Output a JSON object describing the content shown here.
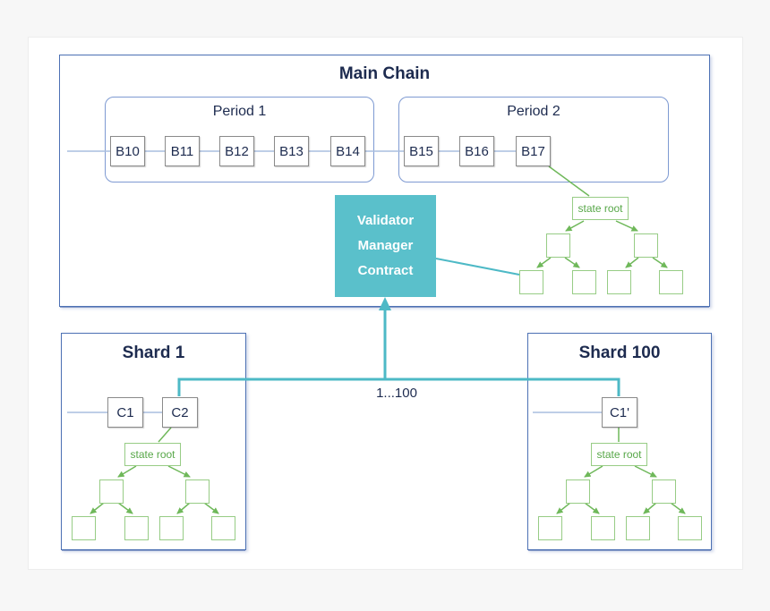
{
  "colors": {
    "accent_teal": "#5ac0cb",
    "teal_line": "#4db9c6",
    "green_line": "#6fb85a",
    "green_border": "#97cc85",
    "green_text": "#57a748",
    "blue_border": "#4d71b4",
    "navy_text": "#1d2b4f"
  },
  "main_chain": {
    "title": "Main Chain",
    "periods": [
      {
        "label": "Period 1",
        "blocks": [
          "B10",
          "B11",
          "B12",
          "B13",
          "B14"
        ]
      },
      {
        "label": "Period 2",
        "blocks": [
          "B15",
          "B16",
          "B17"
        ]
      }
    ],
    "state_root": "state root"
  },
  "validator_manager_contract": {
    "lines": [
      "Validator",
      "Manager",
      "Contract"
    ]
  },
  "shards": [
    {
      "title": "Shard 1",
      "blocks": [
        "C1",
        "C2"
      ],
      "state_root": "state root"
    },
    {
      "title": "Shard 100",
      "blocks": [
        "C1'"
      ],
      "state_root": "state root"
    }
  ],
  "connector": {
    "label": "1...100"
  }
}
